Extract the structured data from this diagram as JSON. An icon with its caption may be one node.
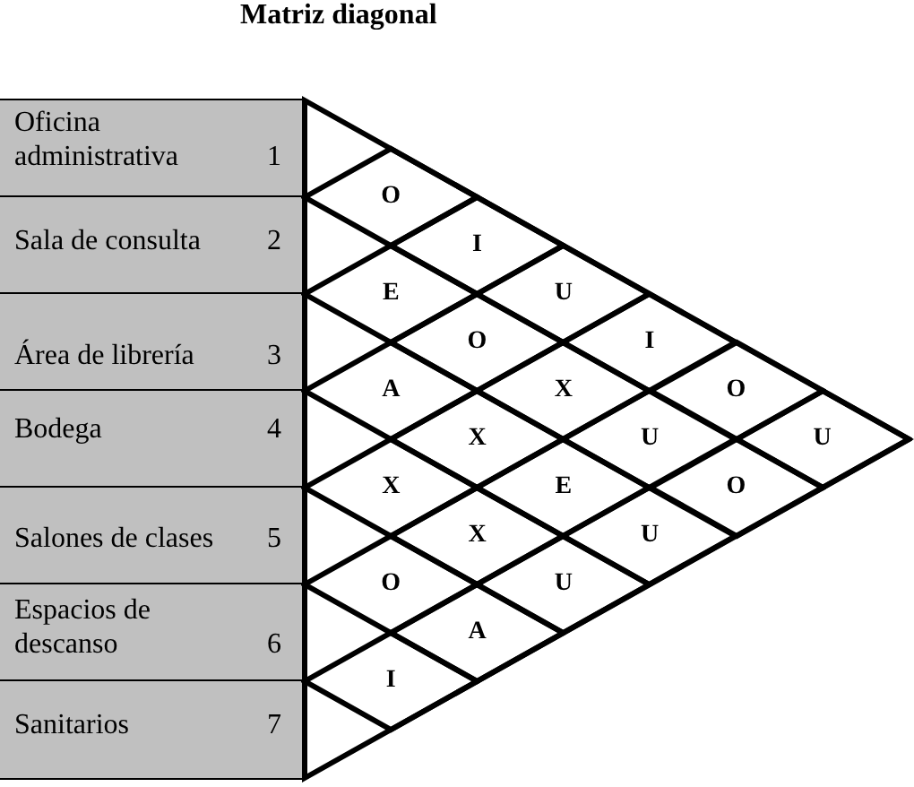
{
  "diagram": {
    "title": "Matriz diagonal",
    "nodes": [
      {
        "text": [
          "Oficina administrativa",
          "1"
        ]
      },
      {
        "text": [
          "Sala de consulta",
          "2"
        ]
      },
      {
        "text": [
          "Área de librería",
          "3"
        ]
      },
      {
        "text": [
          "Bodega",
          "4"
        ]
      },
      {
        "text": [
          "Salones de clases",
          "5"
        ]
      },
      {
        "text": [
          "Espacios de descanso",
          "6"
        ]
      },
      {
        "text": [
          "Sanitarios",
          "7"
        ]
      },
      {
        "text": [
          "O"
        ]
      },
      {
        "text": [
          "I"
        ]
      },
      {
        "text": [
          "E"
        ]
      },
      {
        "text": [
          "U"
        ]
      },
      {
        "text": [
          "O"
        ]
      },
      {
        "text": [
          "I"
        ]
      },
      {
        "text": [
          "A"
        ]
      },
      {
        "text": [
          "X"
        ]
      },
      {
        "text": [
          "O"
        ]
      },
      {
        "text": [
          "X"
        ]
      },
      {
        "text": [
          "U"
        ]
      },
      {
        "text": [
          "U"
        ]
      },
      {
        "text": [
          "X"
        ]
      },
      {
        "text": [
          "E"
        ]
      },
      {
        "text": [
          "O"
        ]
      },
      {
        "text": [
          "X"
        ]
      },
      {
        "text": [
          "U"
        ]
      },
      {
        "text": [
          "O"
        ]
      },
      {
        "text": [
          "U"
        ]
      },
      {
        "text": [
          "A"
        ]
      },
      {
        "text": [
          "I"
        ]
      }
    ]
  }
}
